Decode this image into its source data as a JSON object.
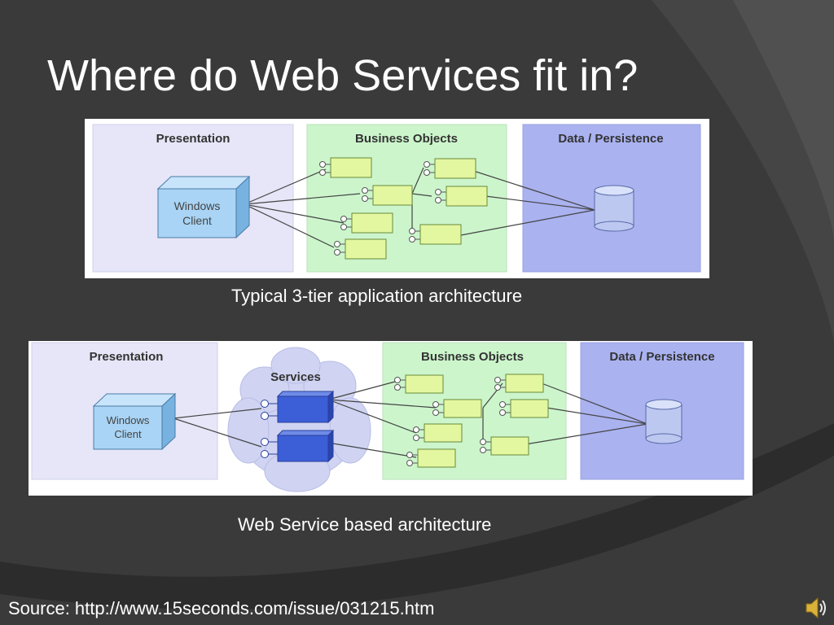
{
  "slide": {
    "title": "Where do Web Services fit in?",
    "source": "Source: http://www.15seconds.com/issue/031215.htm"
  },
  "diagram1": {
    "caption": "Typical 3-tier application architecture",
    "presentation_label": "Presentation",
    "business_label": "Business Objects",
    "data_label": "Data / Persistence",
    "client_line1": "Windows",
    "client_line2": "Client"
  },
  "diagram2": {
    "caption": "Web Service based architecture",
    "presentation_label": "Presentation",
    "services_label": "Services",
    "business_label": "Business Objects",
    "data_label": "Data / Persistence",
    "client_line1": "Windows",
    "client_line2": "Client"
  },
  "colors": {
    "background": "#3a3a3a",
    "presentation_panel": "#e6e6f8",
    "business_panel": "#ccf5cc",
    "data_panel": "#aab2f0",
    "component": "#e3f7a0",
    "client_box": "#a9d4f5",
    "database": "#bcc8f0",
    "service": "#3c5fd8"
  },
  "icons": {
    "speaker": "speaker-icon"
  }
}
